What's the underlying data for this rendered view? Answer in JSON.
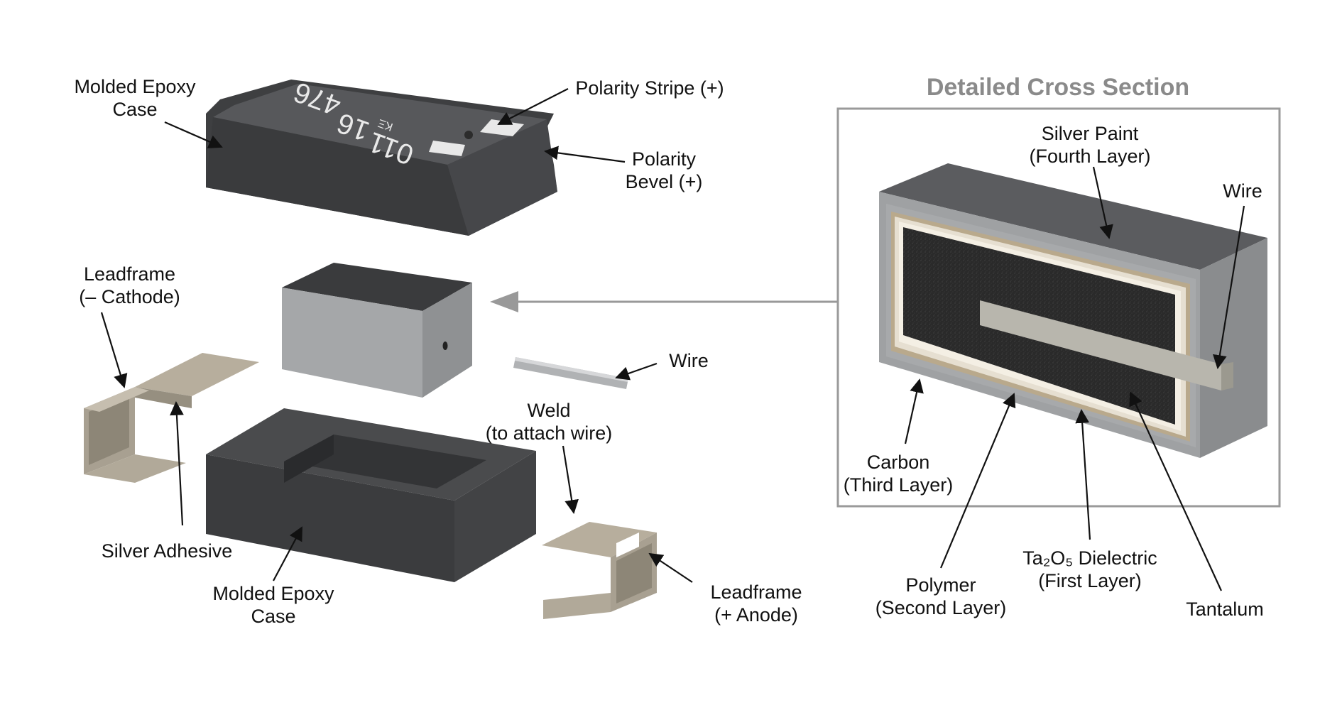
{
  "cross_section": {
    "title": "Detailed Cross Section"
  },
  "case_marking": {
    "line1": "011",
    "line2": "16",
    "line3": "476",
    "brand": "KΞ"
  },
  "labels": {
    "top_case": [
      "Molded Epoxy",
      "Case"
    ],
    "polarity_stripe": [
      "Polarity Stripe (+)"
    ],
    "polarity_bevel": [
      "Polarity",
      "Bevel (+)"
    ],
    "leadframe_cathode": [
      "Leadframe",
      "(– Cathode)"
    ],
    "wire": [
      "Wire"
    ],
    "weld": [
      "Weld",
      "(to attach wire)"
    ],
    "silver_adhesive": [
      "Silver Adhesive"
    ],
    "bottom_case": [
      "Molded Epoxy",
      "Case"
    ],
    "leadframe_anode": [
      "Leadframe",
      "(+ Anode)"
    ],
    "silver_paint": [
      "Silver Paint",
      "(Fourth Layer)"
    ],
    "cross_wire": [
      "Wire"
    ],
    "carbon": [
      "Carbon",
      "(Third Layer)"
    ],
    "polymer": [
      "Polymer",
      "(Second Layer)"
    ],
    "dielectric": [
      "Ta₂O₅ Dielectric",
      "(First Layer)"
    ],
    "tantalum": [
      "Tantalum"
    ]
  },
  "colors": {
    "epoxy_top": "#4a4b4d",
    "epoxy_side": "#3b3c3e",
    "anode_face": "#a5a7a9",
    "leadframe": "#a8a091",
    "carbon_layer": "#b9a98c",
    "dielectric_layer": "#f4efe4",
    "tantalum_core": "#2b2b2b",
    "frame_border": "#9a9a9a",
    "arrow_gray": "#999999"
  }
}
